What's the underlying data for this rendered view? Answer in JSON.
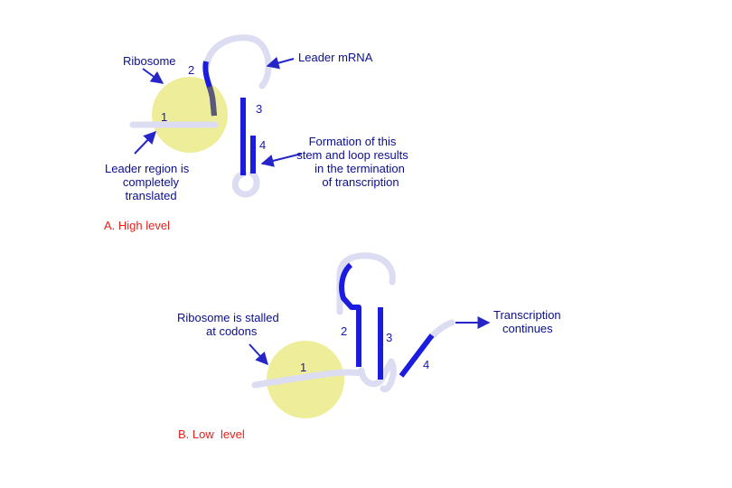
{
  "panel_a": {
    "ribosome_label": "Ribosome",
    "leader_mrna_label": "Leader mRNA",
    "leader_region_line1": "Leader region is",
    "leader_region_line2": "completely",
    "leader_region_line3": "translated",
    "formation_line1": "Formation of this",
    "formation_line2": "stem and loop results",
    "formation_line3": "in the termination",
    "formation_line4": "of transcription",
    "region_1": "1",
    "region_2": "2",
    "region_3": "3",
    "region_4": "4",
    "caption": "A. High level"
  },
  "panel_b": {
    "stalled_line1": "Ribosome is stalled",
    "stalled_line2": "at codons",
    "transcription_line1": "Transcription",
    "transcription_line2": "continues",
    "region_1": "1",
    "region_2": "2",
    "region_3": "3",
    "region_4": "4",
    "caption": "B. Low  level"
  },
  "colors": {
    "stem": "#1c1ce0",
    "mrna": "#dcdcf2",
    "ribosome": "#eeee9a",
    "label": "#0b0f8a",
    "caption": "#e8201c",
    "translated_segment": "#5a5a78"
  }
}
